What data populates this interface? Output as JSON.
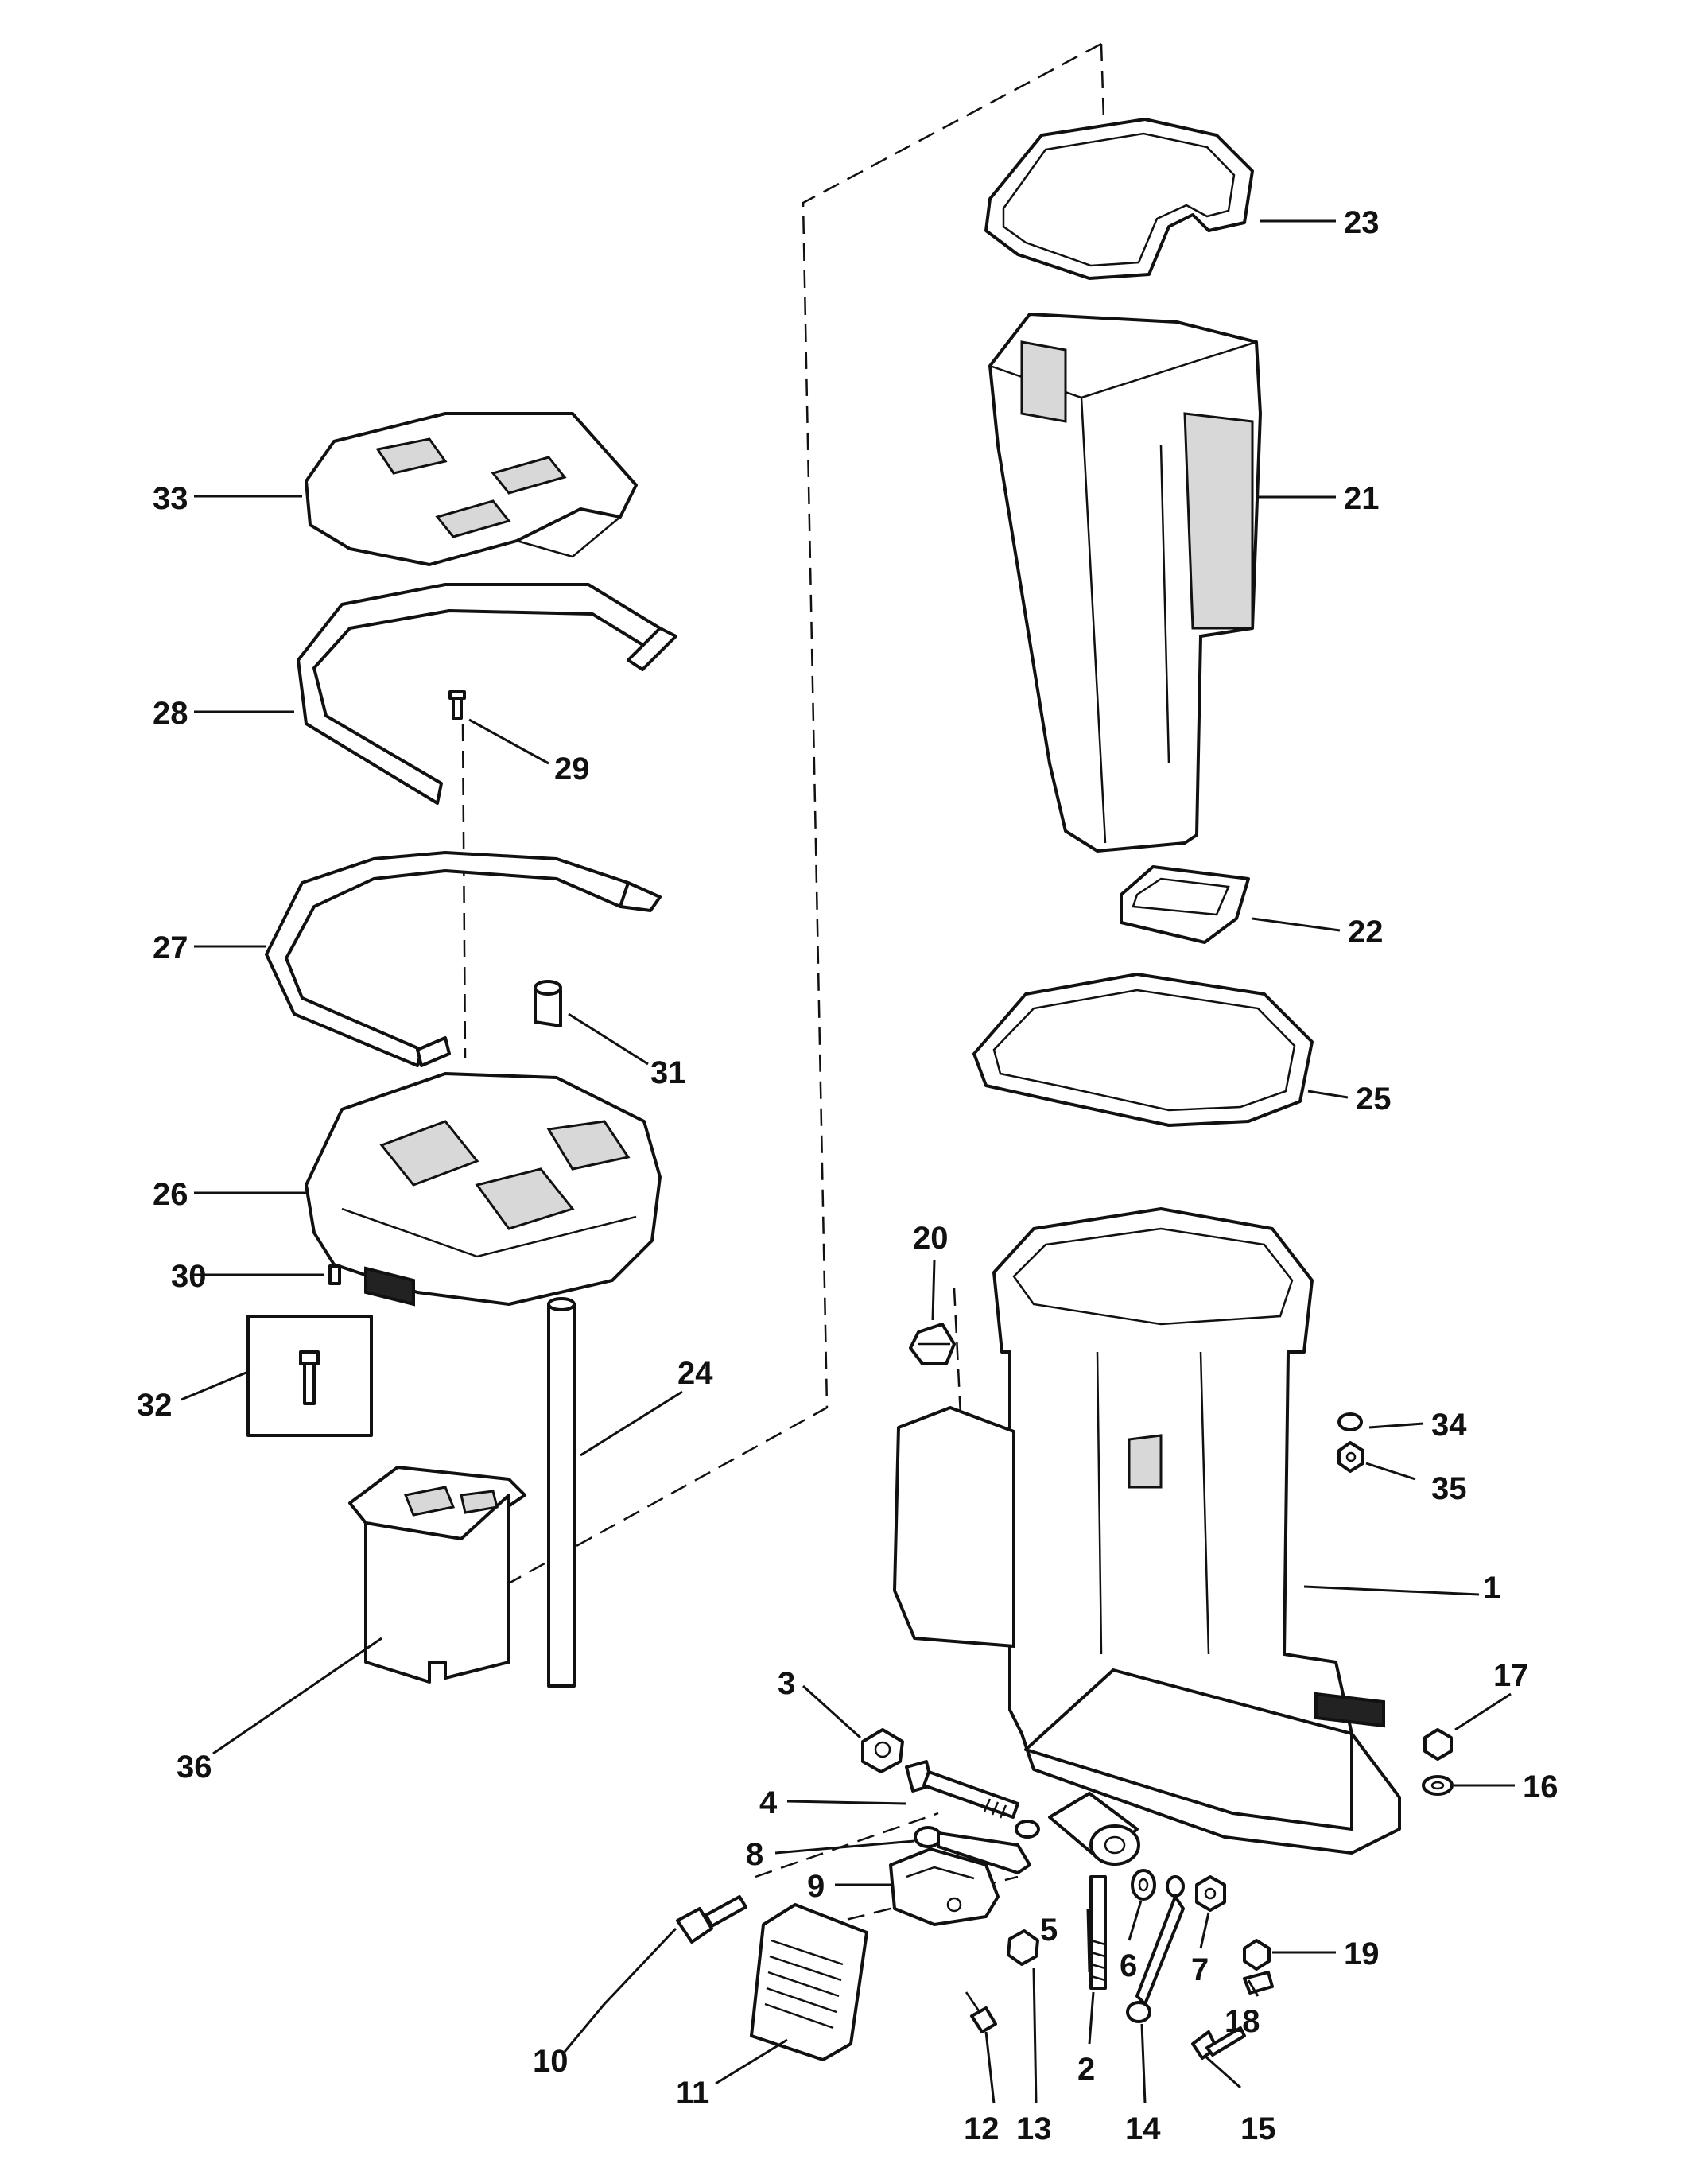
{
  "callouts": [
    {
      "id": "c1",
      "label": "1"
    },
    {
      "id": "c2",
      "label": "2"
    },
    {
      "id": "c3",
      "label": "3"
    },
    {
      "id": "c4",
      "label": "4"
    },
    {
      "id": "c5",
      "label": "5"
    },
    {
      "id": "c6",
      "label": "6"
    },
    {
      "id": "c7",
      "label": "7"
    },
    {
      "id": "c8",
      "label": "8"
    },
    {
      "id": "c9",
      "label": "9"
    },
    {
      "id": "c10",
      "label": "10"
    },
    {
      "id": "c11",
      "label": "11"
    },
    {
      "id": "c12",
      "label": "12"
    },
    {
      "id": "c13",
      "label": "13"
    },
    {
      "id": "c14",
      "label": "14"
    },
    {
      "id": "c15",
      "label": "15"
    },
    {
      "id": "c16",
      "label": "16"
    },
    {
      "id": "c17",
      "label": "17"
    },
    {
      "id": "c18",
      "label": "18"
    },
    {
      "id": "c19",
      "label": "19"
    },
    {
      "id": "c20",
      "label": "20"
    },
    {
      "id": "c21",
      "label": "21"
    },
    {
      "id": "c22",
      "label": "22"
    },
    {
      "id": "c23",
      "label": "23"
    },
    {
      "id": "c24",
      "label": "24"
    },
    {
      "id": "c25",
      "label": "25"
    },
    {
      "id": "c26",
      "label": "26"
    },
    {
      "id": "c27",
      "label": "27"
    },
    {
      "id": "c28",
      "label": "28"
    },
    {
      "id": "c29",
      "label": "29"
    },
    {
      "id": "c30",
      "label": "30"
    },
    {
      "id": "c31",
      "label": "31"
    },
    {
      "id": "c32",
      "label": "32"
    },
    {
      "id": "c33",
      "label": "33"
    },
    {
      "id": "c34",
      "label": "34"
    },
    {
      "id": "c35",
      "label": "35"
    },
    {
      "id": "c36",
      "label": "36"
    }
  ]
}
